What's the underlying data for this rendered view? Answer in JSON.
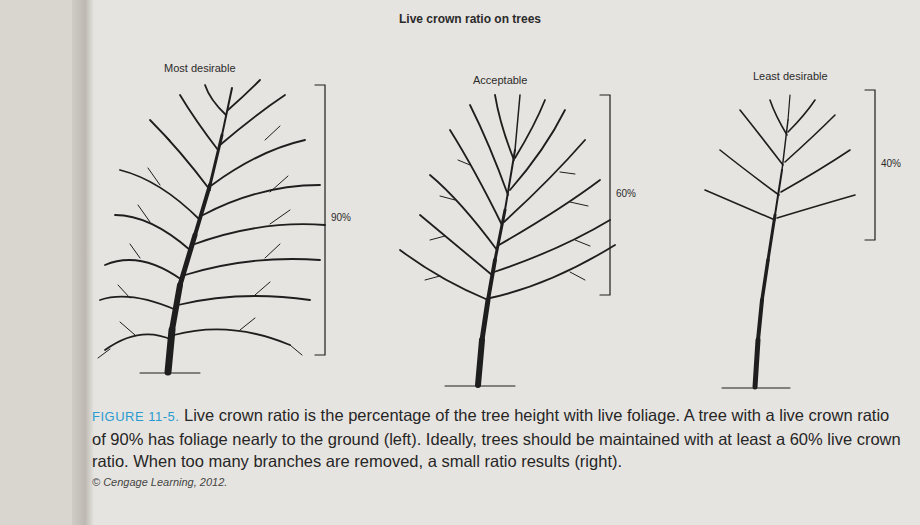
{
  "diagram": {
    "title": "Live crown ratio on trees",
    "caption": "Live crown ratio is the percentage of the tree height with live foliage. A tree with a live crown ratio of 90% has foliage nearly to the ground (left). Ideally, trees should be maintained with at least a 60% live crown ratio. When too many branches are removed, a small ratio results (right).",
    "labels": [
      "Most desirable",
      "Acceptable",
      "Least desirable",
      "90%",
      "60%",
      "40%",
      "FIGURE 11-5.",
      "© Cengage Learning, 2012."
    ]
  }
}
